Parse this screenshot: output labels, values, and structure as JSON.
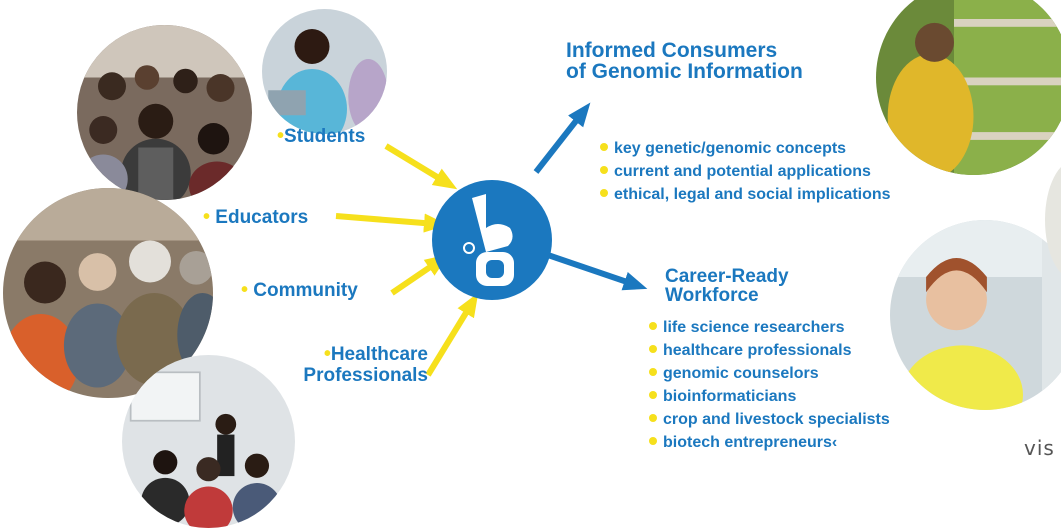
{
  "audiences": {
    "students": "Students",
    "educators": "Educators",
    "community": "Community",
    "healthcare_line1": "Healthcare",
    "healthcare_line2": "Professionals"
  },
  "consumers": {
    "heading_line1": "Informed Consumers",
    "heading_line2": "of Genomic Information",
    "items": [
      "key genetic/genomic concepts",
      "current and potential applications",
      "ethical, legal and social implications"
    ]
  },
  "workforce": {
    "heading_line1": "Career-Ready",
    "heading_line2": "Workforce",
    "items": [
      "life science researchers",
      "healthcare professionals",
      "genomic counselors",
      "bioinformaticians",
      "crop and livestock specialists",
      "biotech entrepreneurs‹"
    ]
  },
  "footer": {
    "visit_text": "vis"
  },
  "colors": {
    "brand_blue": "#1b78bf",
    "arrow_yellow": "#f6e01c",
    "bullet_yellow": "#f6e01c"
  },
  "icons": {
    "center_logo": "ba-logo-icon"
  }
}
